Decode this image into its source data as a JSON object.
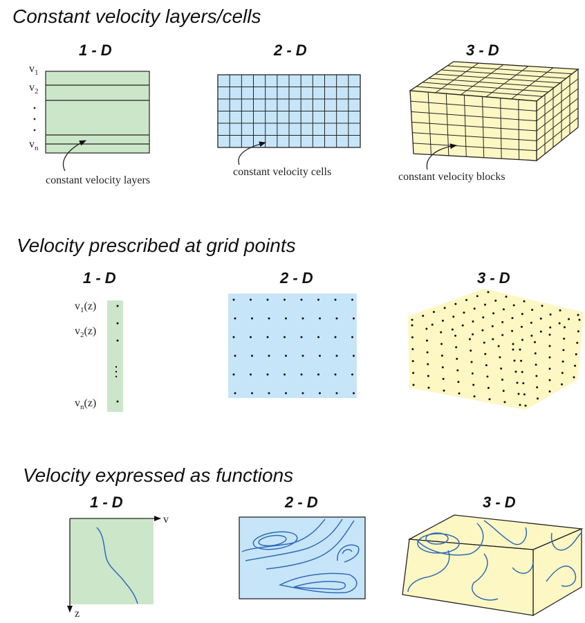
{
  "sections": [
    {
      "title": "Constant velocity layers/cells",
      "dims": [
        "1 - D",
        "2 - D",
        "3 - D"
      ],
      "captions": [
        "constant velocity layers",
        "constant velocity cells",
        "constant velocity blocks"
      ],
      "layer_labels": {
        "v": "v",
        "sub1": "1",
        "sub2": "2",
        "subn": "n"
      }
    },
    {
      "title": "Velocity prescribed at grid points",
      "dims": [
        "1 - D",
        "2 - D",
        "3 - D"
      ],
      "point_labels": {
        "v": "v",
        "sub1": "1",
        "sub2": "2",
        "subn": "n",
        "arg": "(z)"
      }
    },
    {
      "title": "Velocity expressed as functions",
      "dims": [
        "1 - D",
        "2 - D",
        "3 - D"
      ],
      "axis_labels": {
        "x": "v",
        "y": "z"
      }
    }
  ],
  "colors": {
    "green": "#cce6c9",
    "blue": "#c7e5f8",
    "yellow": "#fdf7c3",
    "contour": "#2d6bb8"
  }
}
